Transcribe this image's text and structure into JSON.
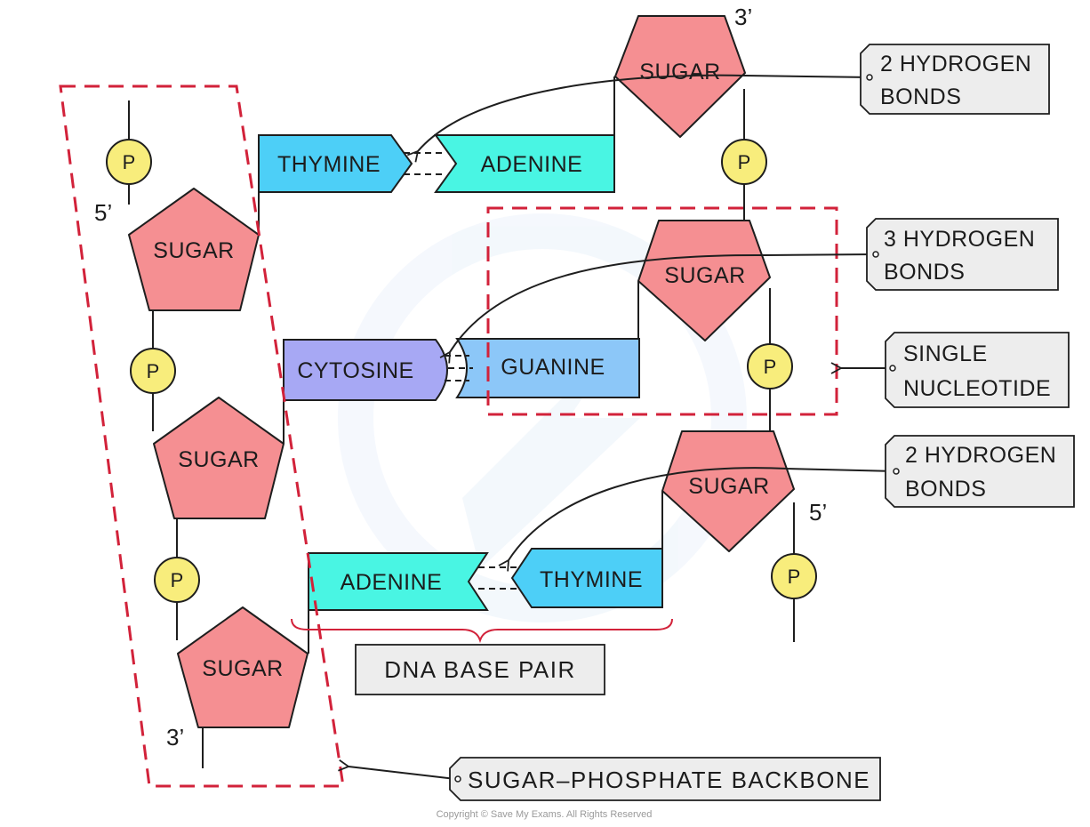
{
  "colors": {
    "sugar": "#f58f92",
    "phosphate": "#f8ed7c",
    "thymine": "#4dcff7",
    "adenine": "#49f5e3",
    "cytosine": "#a7a8f4",
    "guanine": "#8cc7f8",
    "highlight": "#d2223a",
    "label_box": "#ededed"
  },
  "left_strand": {
    "end_top": "5’",
    "end_bottom": "3’",
    "phosphates": [
      "P",
      "P",
      "P"
    ],
    "sugars": [
      "SUGAR",
      "SUGAR",
      "SUGAR"
    ]
  },
  "right_strand": {
    "end_top": "3’",
    "end_bottom": "5’",
    "phosphates": [
      "P",
      "P",
      "P"
    ],
    "sugars": [
      "SUGAR",
      "SUGAR",
      "SUGAR"
    ]
  },
  "base_pairs": [
    {
      "left": "THYMINE",
      "right": "ADENINE"
    },
    {
      "left": "CYTOSINE",
      "right": "GUANINE"
    },
    {
      "left": "ADENINE",
      "right": "THYMINE"
    }
  ],
  "labels": {
    "bonds_pair1": [
      "2 HYDROGEN",
      "BONDS"
    ],
    "bonds_pair2": [
      "3 HYDROGEN",
      "BONDS"
    ],
    "bonds_pair3": [
      "2 HYDROGEN",
      "BONDS"
    ],
    "single_nucleotide": [
      "SINGLE",
      "NUCLEOTIDE"
    ],
    "dna_base_pair": "DNA  BASE  PAIR",
    "sugar_phosphate_backbone": "SUGAR–PHOSPHATE  BACKBONE"
  },
  "copyright": "Copyright © Save My Exams. All Rights Reserved"
}
